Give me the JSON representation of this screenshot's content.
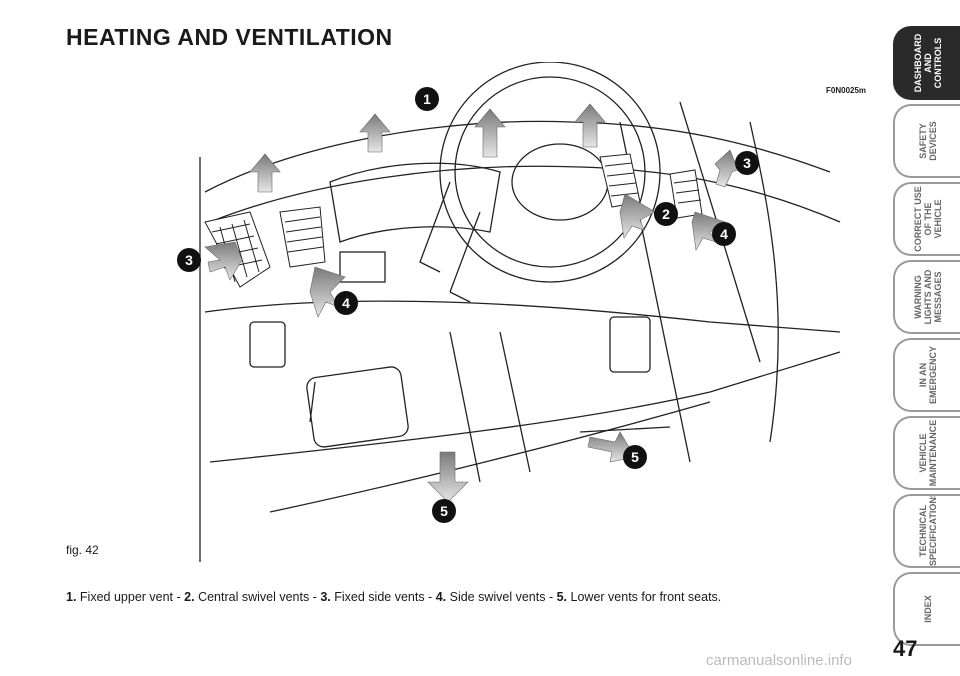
{
  "page": {
    "title": "HEATING AND VENTILATION",
    "figure_code": "F0N0025m",
    "figure_caption": "fig. 42",
    "page_number": "47",
    "watermark": "carmanualsonline.info"
  },
  "figure": {
    "callouts": [
      "1",
      "2",
      "3",
      "3",
      "4",
      "4",
      "5",
      "5"
    ]
  },
  "legend": [
    {
      "num": "1.",
      "text": "Fixed upper vent - "
    },
    {
      "num": "2.",
      "text": "Central swivel vents - "
    },
    {
      "num": "3.",
      "text": "Fixed side vents - "
    },
    {
      "num": "4.",
      "text": "Side swivel vents - "
    },
    {
      "num": "5.",
      "text": "Lower vents for front seats."
    }
  ],
  "sidebar": {
    "tabs": [
      {
        "line1": "DASHBOARD",
        "line2": "AND CONTROLS",
        "active": true
      },
      {
        "line1": "SAFETY",
        "line2": "DEVICES",
        "active": false
      },
      {
        "line1": "CORRECT USE",
        "line2": "OF THE VEHICLE",
        "active": false
      },
      {
        "line1": "WARNING",
        "line2": "LIGHTS AND MESSAGES",
        "active": false
      },
      {
        "line1": "IN AN",
        "line2": "EMERGENCY",
        "active": false
      },
      {
        "line1": "VEHICLE",
        "line2": "MAINTENANCE",
        "active": false
      },
      {
        "line1": "TECHNICAL",
        "line2": "SPECIFICATIONS",
        "active": false
      },
      {
        "line1": "INDEX",
        "line2": "",
        "active": false
      }
    ]
  },
  "colors": {
    "active_tab": "#2a2a2a",
    "arrow": "#8a8a8a",
    "callout": "#111111"
  }
}
